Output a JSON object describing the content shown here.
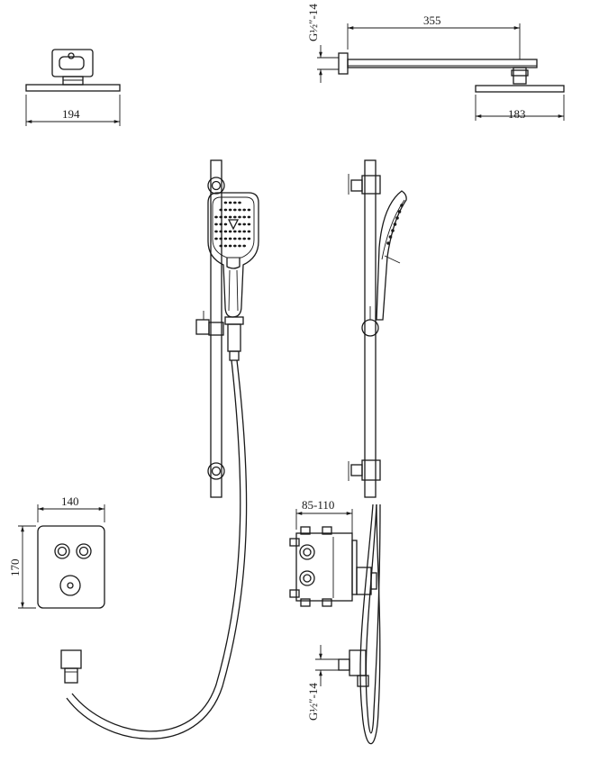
{
  "dimensions": {
    "head_front_width": "194",
    "arm_length": "355",
    "head_side_width": "183",
    "arm_thread_top": "G½″-14",
    "panel_width": "140",
    "panel_height": "170",
    "body_depth": "85-110",
    "outlet_thread": "G½″-14"
  }
}
